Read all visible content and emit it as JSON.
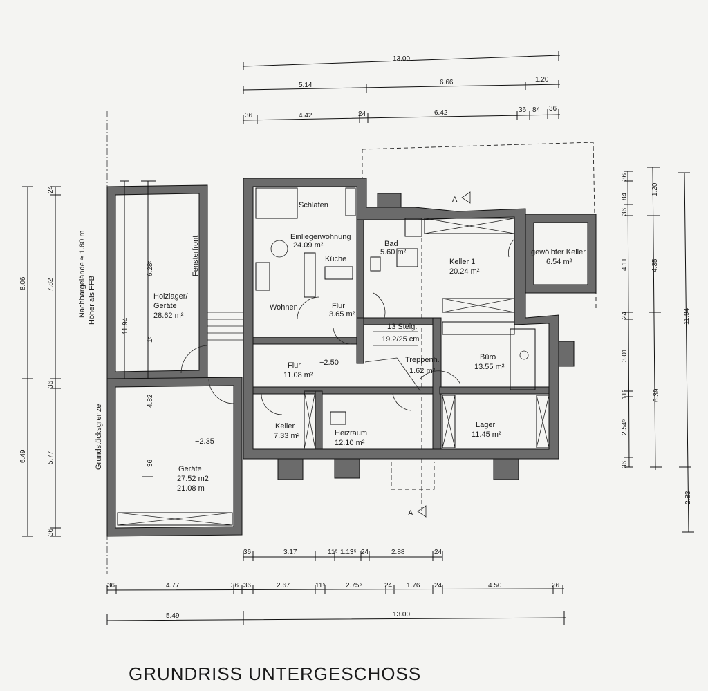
{
  "title": "GRUNDRISS UNTERGESCHOSS",
  "rooms": {
    "schlafen": "Schlafen",
    "einlieger": "Einliegerwohnung",
    "einlieger_area": "24.09 m²",
    "kueche": "Küche",
    "wohnen": "Wohnen",
    "bad": "Bad",
    "bad_area": "5.60 m²",
    "keller1": "Keller 1",
    "keller1_area": "20.24 m²",
    "gewoelbt": "gewölbter Keller",
    "gewoelbt_area": "6.54 m²",
    "flur_small": "Flur",
    "flur_small_area": "3.65 m²",
    "steig": "13 Steig.",
    "steig_ratio": "19.2/25 cm",
    "treppenh": "Treppenh.",
    "treppenh_area": "1.62 m²",
    "buero": "Büro",
    "buero_area": "13.55 m²",
    "flur": "Flur",
    "flur_area": "11.08 m²",
    "flur_level": "−2.50",
    "keller": "Keller",
    "keller_area": "7.33 m²",
    "heizraum": "Heizraum",
    "heizraum_area": "12.10 m²",
    "lager": "Lager",
    "lager_area": "11.45 m²",
    "holzlager": "Holzlager/",
    "holzlager2": "Geräte",
    "holzlager_area": "28.62 m²",
    "fensterfront": "Fensterfront",
    "geraete_level": "−2.35",
    "geraete": "Geräte",
    "geraete_area1": "27.52 m2",
    "geraete_area2": "21.08 m"
  },
  "notes": {
    "nachbar1": "Nachbargelände ≈ 1.80 m",
    "nachbar2": "Höher als FFB",
    "grenze": "Grundstücksgrenze",
    "section_a": "A"
  },
  "dims_top": {
    "total": "13.00",
    "r2": [
      "5.14",
      "6.66",
      "1.20"
    ],
    "r3": [
      "36",
      "4.42",
      "24",
      "6.42",
      "36",
      "84",
      "36"
    ]
  },
  "dims_bottom": {
    "r1": [
      "36",
      "3.17",
      "11⁵",
      "1.13⁵",
      "24",
      "2.88",
      "24"
    ],
    "r2": [
      "36",
      "4.77",
      "36",
      "36",
      "2.67",
      "11⁵",
      "2.75⁵",
      "24",
      "1.76",
      "24",
      "4.50",
      "36"
    ],
    "r3": [
      "5.49",
      "13.00"
    ]
  },
  "dims_left": {
    "outer": [
      "8.06",
      "6.49"
    ],
    "mid": [
      "7.82",
      "5.77"
    ],
    "inner": [
      "24",
      "36",
      "36"
    ],
    "holz": [
      "11.94",
      "6.28⁵",
      "1⁵",
      "4.82",
      "36"
    ]
  },
  "dims_right": {
    "a": [
      "36",
      "84",
      "36",
      "4.11",
      "24",
      "3.01",
      "11⁵",
      "2.54⁵",
      "36"
    ],
    "b": [
      "1.20",
      "4.35",
      "6.39"
    ],
    "c": [
      "11.94",
      "2.83"
    ]
  }
}
